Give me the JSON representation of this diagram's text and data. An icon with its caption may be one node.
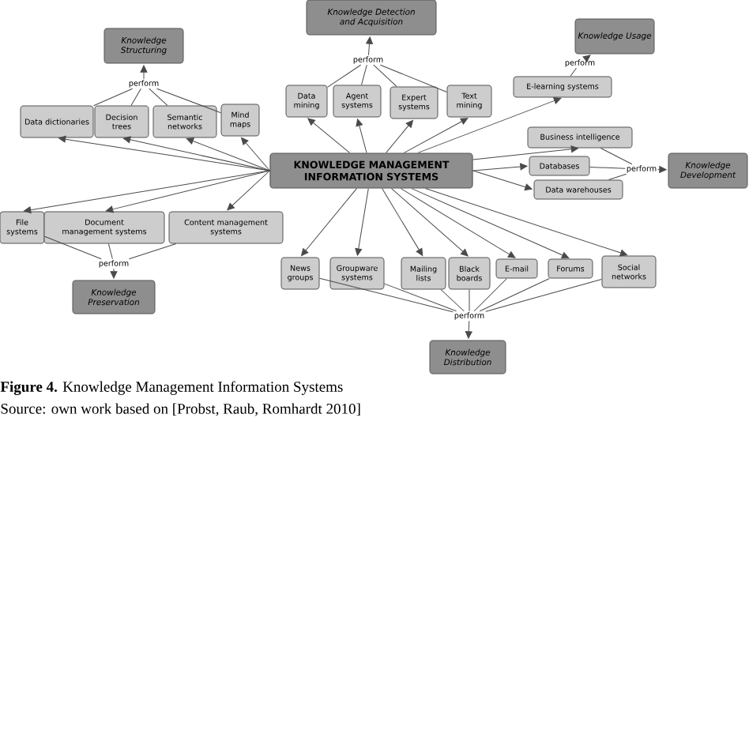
{
  "diagram": {
    "caption": "**Figure 4.** Knowledge Management Information Systems",
    "nodes": [
      {
        "text": [
          "Knowledge Structuring"
        ]
      },
      {
        "text": [
          "Knowledge Detection and Acquisition"
        ]
      },
      {
        "text": [
          "Knowledge Usage"
        ]
      },
      {
        "text": [
          "perform"
        ]
      },
      {
        "text": [
          "perform"
        ]
      },
      {
        "text": [
          "perform"
        ]
      },
      {
        "text": [
          "Data dictionaries"
        ]
      },
      {
        "text": [
          "Decision trees"
        ]
      },
      {
        "text": [
          "Semantic networks"
        ]
      },
      {
        "text": [
          "Mind maps"
        ]
      },
      {
        "text": [
          "Data mining"
        ]
      },
      {
        "text": [
          "Agent systems"
        ]
      },
      {
        "text": [
          "Expert systems"
        ]
      },
      {
        "text": [
          "Text mining"
        ]
      },
      {
        "text": [
          "E-learning systems"
        ]
      },
      {
        "text": [
          "Business intelligence"
        ]
      },
      {
        "text": [
          "KNOWLEDGE MANAGEMENT INFORMATION SYSTEMS"
        ]
      },
      {
        "text": [
          "Databases"
        ]
      },
      {
        "text": [
          "perform"
        ]
      },
      {
        "text": [
          "Knowledge Development"
        ]
      },
      {
        "text": [
          "Data warehouses"
        ]
      },
      {
        "text": [
          "File systems"
        ]
      },
      {
        "text": [
          "Document management systems"
        ]
      },
      {
        "text": [
          "Content management systems"
        ]
      },
      {
        "text": [
          "perform"
        ]
      },
      {
        "text": [
          "Knowledge Preservation"
        ]
      },
      {
        "text": [
          "News groups"
        ]
      },
      {
        "text": [
          "Groupware systems"
        ]
      },
      {
        "text": [
          "Mailing lists"
        ]
      },
      {
        "text": [
          "Black boards"
        ]
      },
      {
        "text": [
          "E-mail"
        ]
      },
      {
        "text": [
          "Forums"
        ]
      },
      {
        "text": [
          "Social networks"
        ]
      },
      {
        "text": [
          "perform"
        ]
      },
      {
        "text": [
          "Knowledge Distribution"
        ]
      }
    ],
    "edges": [
      {
        "from": 16,
        "to": 6,
        "arrow": "to"
      },
      {
        "from": 16,
        "to": 7,
        "arrow": "to"
      },
      {
        "from": 16,
        "to": 8,
        "arrow": "to"
      },
      {
        "from": 16,
        "to": 9,
        "arrow": "to"
      },
      {
        "from": 16,
        "to": 10,
        "arrow": "to"
      },
      {
        "from": 16,
        "to": 11,
        "arrow": "to"
      },
      {
        "from": 16,
        "to": 12,
        "arrow": "to"
      },
      {
        "from": 16,
        "to": 13,
        "arrow": "to"
      },
      {
        "from": 16,
        "to": 14,
        "arrow": "to"
      },
      {
        "from": 16,
        "to": 15,
        "arrow": "to"
      },
      {
        "from": 16,
        "to": 17,
        "arrow": "to"
      },
      {
        "from": 16,
        "to": 20,
        "arrow": "to"
      },
      {
        "from": 16,
        "to": 21,
        "arrow": "to"
      },
      {
        "from": 16,
        "to": 22,
        "arrow": "to"
      },
      {
        "from": 16,
        "to": 23,
        "arrow": "to"
      },
      {
        "from": 16,
        "to": 26,
        "arrow": "to"
      },
      {
        "from": 16,
        "to": 27,
        "arrow": "to"
      },
      {
        "from": 16,
        "to": 28,
        "arrow": "to"
      },
      {
        "from": 16,
        "to": 29,
        "arrow": "to"
      },
      {
        "from": 16,
        "to": 30,
        "arrow": "to"
      },
      {
        "from": 16,
        "to": 31,
        "arrow": "to"
      },
      {
        "from": 16,
        "to": 32,
        "arrow": "to"
      },
      {
        "from": 6,
        "to": 3,
        "arrow": "none"
      },
      {
        "from": 7,
        "to": 3,
        "arrow": "none"
      },
      {
        "from": 8,
        "to": 3,
        "arrow": "none"
      },
      {
        "from": 9,
        "to": 3,
        "arrow": "none"
      },
      {
        "from": 3,
        "to": 0,
        "arrow": "to"
      },
      {
        "from": 10,
        "to": 4,
        "arrow": "none"
      },
      {
        "from": 11,
        "to": 4,
        "arrow": "none"
      },
      {
        "from": 12,
        "to": 4,
        "arrow": "none"
      },
      {
        "from": 13,
        "to": 4,
        "arrow": "none"
      },
      {
        "from": 4,
        "to": 1,
        "arrow": "to"
      },
      {
        "from": 14,
        "to": 5,
        "arrow": "none"
      },
      {
        "from": 5,
        "to": 2,
        "arrow": "to"
      },
      {
        "from": 15,
        "to": 18,
        "arrow": "none"
      },
      {
        "from": 17,
        "to": 18,
        "arrow": "none"
      },
      {
        "from": 20,
        "to": 18,
        "arrow": "none"
      },
      {
        "from": 18,
        "to": 19,
        "arrow": "to"
      },
      {
        "from": 21,
        "to": 24,
        "arrow": "none"
      },
      {
        "from": 22,
        "to": 24,
        "arrow": "none"
      },
      {
        "from": 23,
        "to": 24,
        "arrow": "none"
      },
      {
        "from": 24,
        "to": 25,
        "arrow": "to"
      },
      {
        "from": 26,
        "to": 33,
        "arrow": "none"
      },
      {
        "from": 27,
        "to": 33,
        "arrow": "none"
      },
      {
        "from": 28,
        "to": 33,
        "arrow": "none"
      },
      {
        "from": 29,
        "to": 33,
        "arrow": "none"
      },
      {
        "from": 30,
        "to": 33,
        "arrow": "none"
      },
      {
        "from": 31,
        "to": 33,
        "arrow": "none"
      },
      {
        "from": 32,
        "to": 33,
        "arrow": "none"
      },
      {
        "from": 33,
        "to": 34,
        "arrow": "to"
      }
    ],
    "labels": [
      "Source: own work based on [Probst, Raub, Romhardt 2010]"
    ]
  }
}
